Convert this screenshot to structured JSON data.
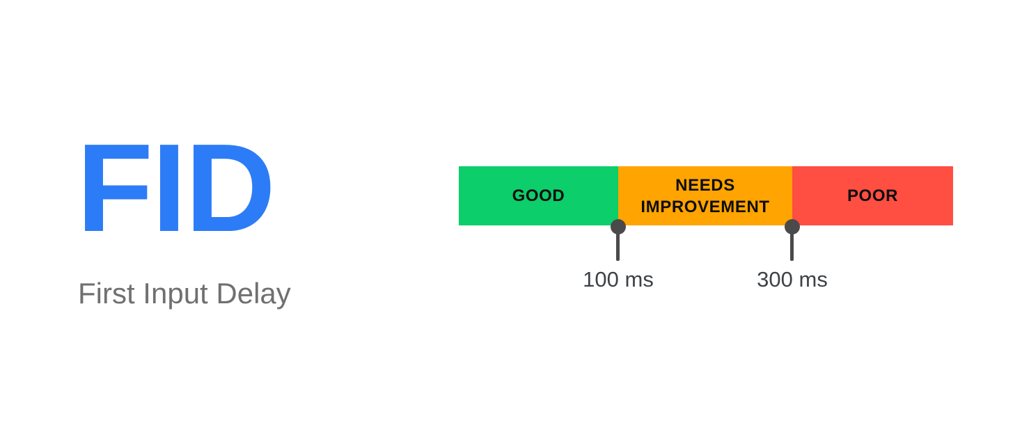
{
  "metric": {
    "abbreviation": "FID",
    "full_name": "First Input Delay"
  },
  "colors": {
    "title_blue": "#2d7cf7",
    "subtitle_gray": "#707070",
    "good_green": "#0cce6b",
    "needs_improvement_orange": "#ffa400",
    "poor_red": "#ff4e42",
    "marker_gray": "#4a4a4a",
    "threshold_label_gray": "#3f4245",
    "segment_label_black": "#0e0e0e"
  },
  "chart_data": {
    "type": "threshold-scale",
    "title": "FID",
    "subtitle": "First Input Delay",
    "unit": "ms",
    "segments": [
      {
        "label": "GOOD",
        "color": "#0cce6b"
      },
      {
        "label": "NEEDS IMPROVEMENT",
        "color": "#ffa400"
      },
      {
        "label": "POOR",
        "color": "#ff4e42"
      }
    ],
    "thresholds": [
      {
        "value": 100,
        "label": "100 ms"
      },
      {
        "value": 300,
        "label": "300 ms"
      }
    ]
  }
}
